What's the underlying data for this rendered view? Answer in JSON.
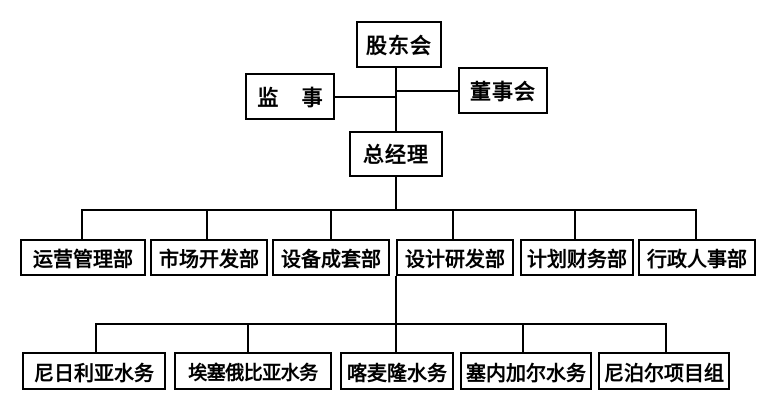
{
  "chart_data": {
    "type": "diagram",
    "diagram_type": "organizational-chart",
    "title": "",
    "orientation": "top-down",
    "background_color": "#ffffff",
    "line_color": "#000000",
    "box_border_color": "#000000",
    "box_fill_color": "#ffffff",
    "text_color": "#000000",
    "levels": [
      {
        "level": 1,
        "nodes": [
          "股东会"
        ]
      },
      {
        "level": 2,
        "nodes": [
          "监  事",
          "董事会"
        ]
      },
      {
        "level": 3,
        "nodes": [
          "总经理"
        ]
      },
      {
        "level": 4,
        "nodes": [
          "运营管理部",
          "市场开发部",
          "设备成套部",
          "设计研发部",
          "计划财务部",
          "行政人事部"
        ]
      },
      {
        "level": 5,
        "nodes": [
          "尼日利亚水务",
          "埃塞俄比亚水务",
          "喀麦隆水务",
          "塞内加尔水务",
          "尼泊尔项目组"
        ]
      }
    ],
    "edges": [
      {
        "from": "股东会",
        "to": "监  事"
      },
      {
        "from": "股东会",
        "to": "董事会"
      },
      {
        "from": "股东会",
        "to": "总经理"
      },
      {
        "from": "总经理",
        "to": "运营管理部"
      },
      {
        "from": "总经理",
        "to": "市场开发部"
      },
      {
        "from": "总经理",
        "to": "设备成套部"
      },
      {
        "from": "总经理",
        "to": "设计研发部"
      },
      {
        "from": "总经理",
        "to": "计划财务部"
      },
      {
        "from": "总经理",
        "to": "行政人事部"
      },
      {
        "from": "设计研发部",
        "to": "尼日利亚水务"
      },
      {
        "from": "设计研发部",
        "to": "埃塞俄比亚水务"
      },
      {
        "from": "设计研发部",
        "to": "喀麦隆水务"
      },
      {
        "from": "设计研发部",
        "to": "塞内加尔水务"
      },
      {
        "from": "设计研发部",
        "to": "尼泊尔项目组"
      }
    ]
  },
  "nodes": {
    "shareholders_meeting": "股东会",
    "supervisor": "监  事",
    "board_of_directors": "董事会",
    "general_manager": "总经理",
    "dept_operations": "运营管理部",
    "dept_market": "市场开发部",
    "dept_equipment": "设备成套部",
    "dept_design_rd": "设计研发部",
    "dept_finance": "计划财务部",
    "dept_admin_hr": "行政人事部",
    "sub_nigeria": "尼日利亚水务",
    "sub_ethiopia": "埃塞俄比亚水务",
    "sub_cameroon": "喀麦隆水务",
    "sub_senegal": "塞内加尔水务",
    "sub_nepal": "尼泊尔项目组"
  }
}
